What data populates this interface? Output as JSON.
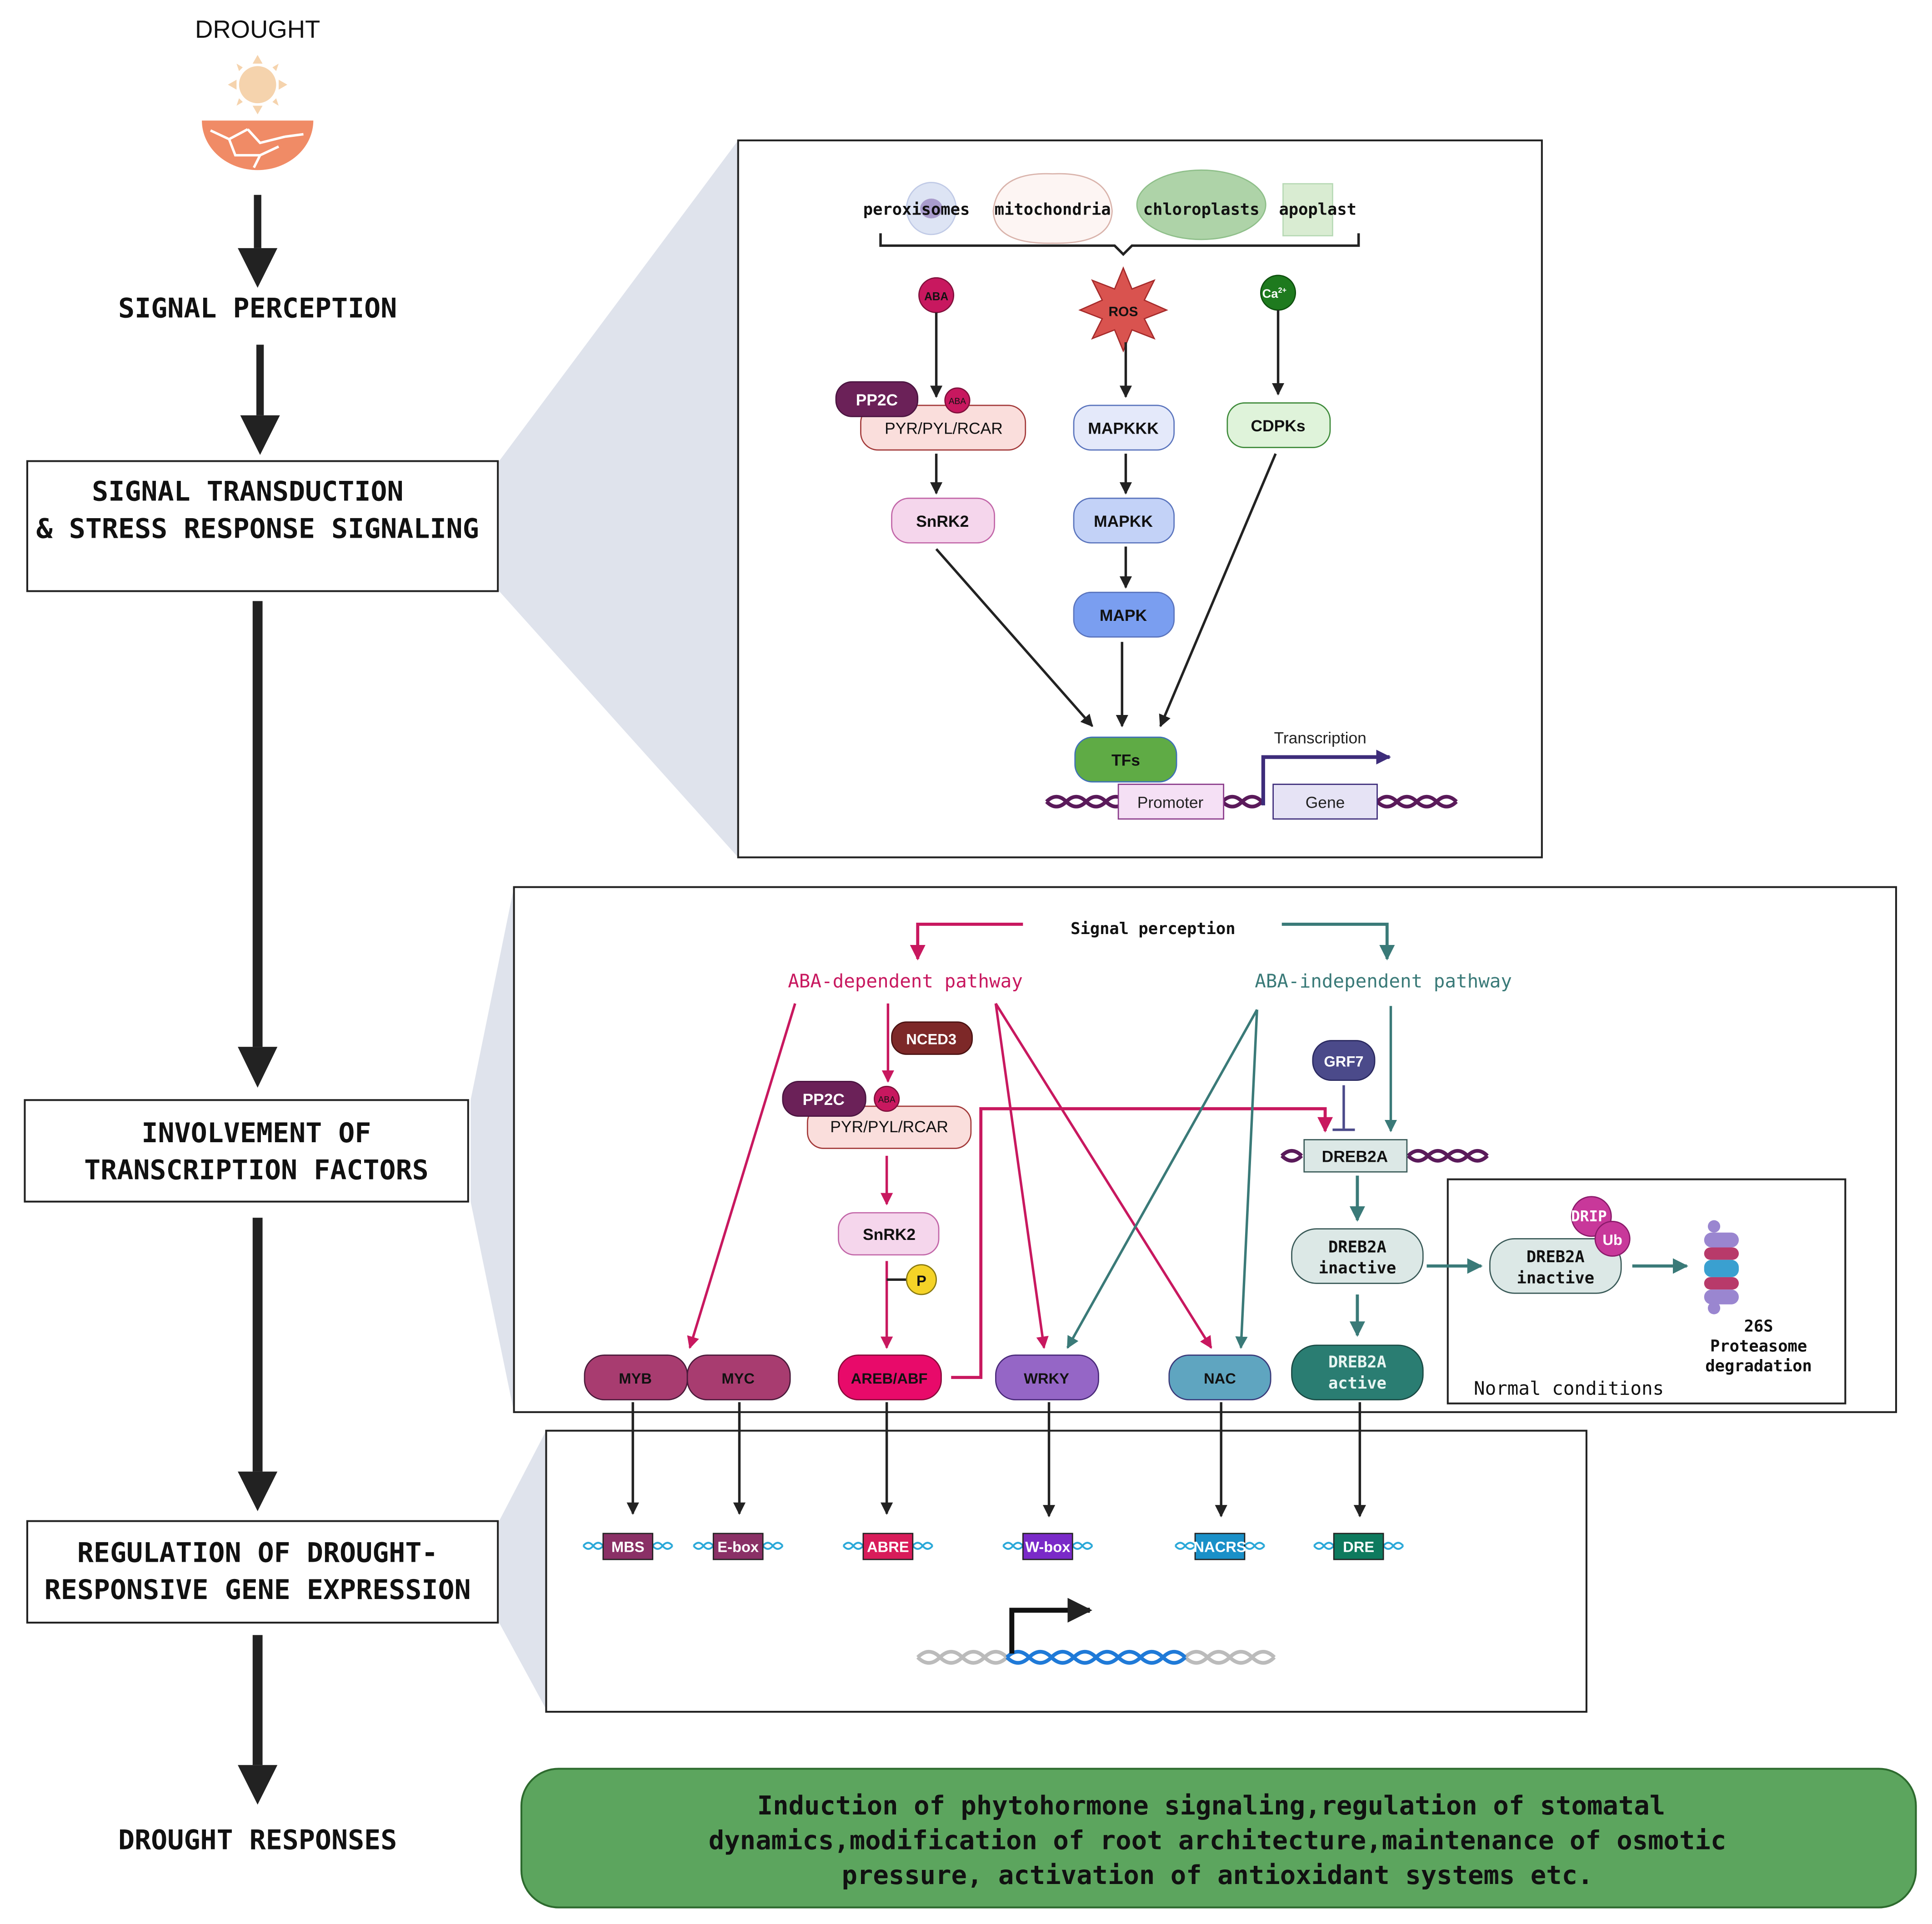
{
  "left_flow": {
    "drought": "DROUGHT",
    "signal_perception": "SIGNAL PERCEPTION",
    "signal_transduction_line1": "SIGNAL TRANSDUCTION",
    "signal_transduction_line2": "& STRESS RESPONSE SIGNALING",
    "tf_involvement_line1": "INVOLVEMENT OF",
    "tf_involvement_line2": "TRANSCRIPTION FACTORS",
    "regulation_line1": "REGULATION OF DROUGHT-",
    "regulation_line2": "RESPONSIVE GENE EXPRESSION",
    "drought_responses": "DROUGHT RESPONSES"
  },
  "panel1": {
    "organelles": [
      "peroxisomes",
      "mitochondria",
      "chloroplasts",
      "apoplast"
    ],
    "aba": "ABA",
    "ros": "ROS",
    "ca": "Ca",
    "ca_sup": "2+",
    "pp2c": "PP2C",
    "aba_small": "ABA",
    "pyr": "PYR/PYL/RCAR",
    "snrk2": "SnRK2",
    "mapkkk": "MAPKKK",
    "mapkk": "MAPKK",
    "mapk": "MAPK",
    "cdpks": "CDPKs",
    "tfs": "TFs",
    "transcription": "Transcription",
    "promoter": "Promoter",
    "gene": "Gene"
  },
  "panel2": {
    "signal_perception": "Signal perception",
    "aba_dependent": "ABA-dependent pathway",
    "aba_independent": "ABA-independent pathway",
    "nced3": "NCED3",
    "pp2c": "PP2C",
    "aba_small": "ABA",
    "pyr": "PYR/PYL/RCAR",
    "snrk2": "SnRK2",
    "p": "P",
    "grf7": "GRF7",
    "dreb2a": "DREB2A",
    "dreb2a_inactive_1": "DREB2A",
    "dreb2a_inactive_2": "inactive",
    "dreb2a_active_1": "DREB2A",
    "dreb2a_active_2": "active",
    "tfs": [
      "MYB",
      "MYC",
      "AREB/ABF",
      "WRKY",
      "NAC"
    ],
    "normal_conditions": "Normal conditions",
    "drip": "DRIP",
    "ub": "Ub",
    "proteasome_1": "26S",
    "proteasome_2": "Proteasome",
    "proteasome_3": "degradation"
  },
  "panel3": {
    "elements": [
      "MBS",
      "E-box",
      "ABRE",
      "W-box",
      "NACRS",
      "DRE"
    ]
  },
  "responses": {
    "line1": "Induction of phytohormone signaling,regulation of stomatal",
    "line2": "dynamics,modification of root architecture,maintenance of osmotic",
    "line3": "pressure, activation of antioxidant systems etc."
  },
  "colors": {
    "aba_pink": "#c8185f",
    "teal": "#3a7a78",
    "response_green": "#5ca55e"
  }
}
